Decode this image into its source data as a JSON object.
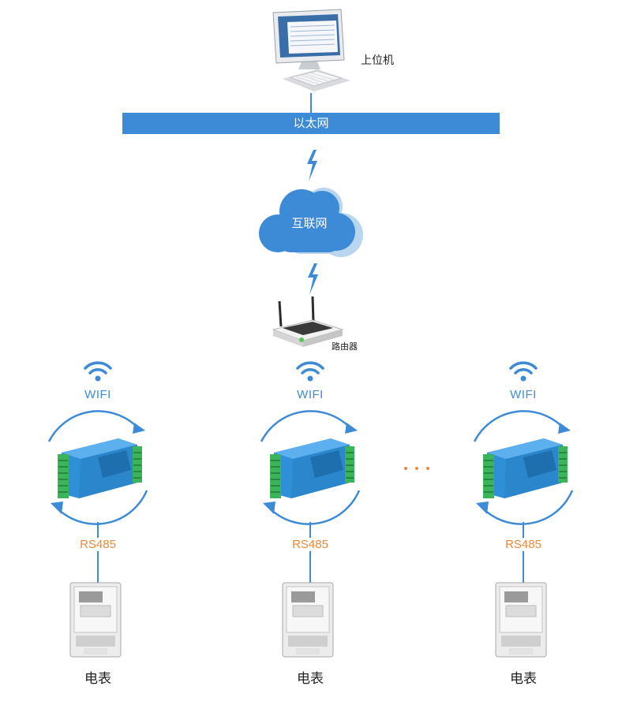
{
  "host": {
    "label": "上位机"
  },
  "ethernet": {
    "label": "以太网"
  },
  "internet": {
    "label": "互联网"
  },
  "router": {
    "label": "路由器"
  },
  "nodes": [
    {
      "wifi_label": "WIFI",
      "bus_label": "RS485",
      "device_label": "电表"
    },
    {
      "wifi_label": "WIFI",
      "bus_label": "RS485",
      "device_label": "电表"
    },
    {
      "wifi_label": "WIFI",
      "bus_label": "RS485",
      "device_label": "电表"
    }
  ],
  "colors": {
    "blue": "#3d8ad6",
    "orange": "#e88a3a",
    "terminal_green": "#3cb55a"
  },
  "icons": [
    "computer-icon",
    "lightning-icon",
    "cloud-icon",
    "router-icon",
    "wifi-icon",
    "module-icon",
    "meter-icon"
  ]
}
